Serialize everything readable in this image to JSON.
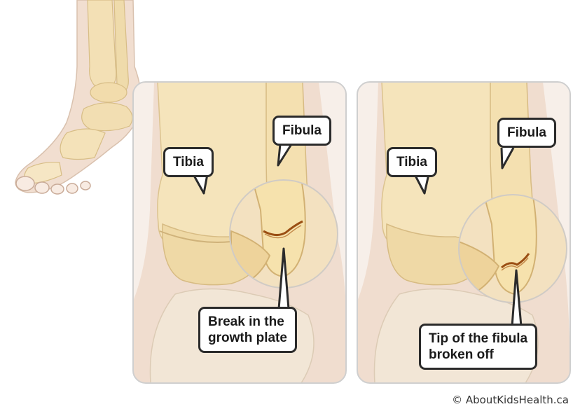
{
  "labels": {
    "left_panel": {
      "tibia": "Tibia",
      "fibula": "Fibula",
      "fracture": "Break in the\ngrowth plate"
    },
    "right_panel": {
      "tibia": "Tibia",
      "fibula": "Fibula",
      "fracture": "Tip of the fibula\nbroken off"
    }
  },
  "credit": "© AboutKidsHealth.ca",
  "colors": {
    "bone": "#f6e6bf",
    "bone_shadow": "#e8cf97",
    "skin": "#f0ddd0",
    "panel_border": "#cfcfcf",
    "fracture": "#9a4e13",
    "callout_border": "#2b2b2b"
  }
}
